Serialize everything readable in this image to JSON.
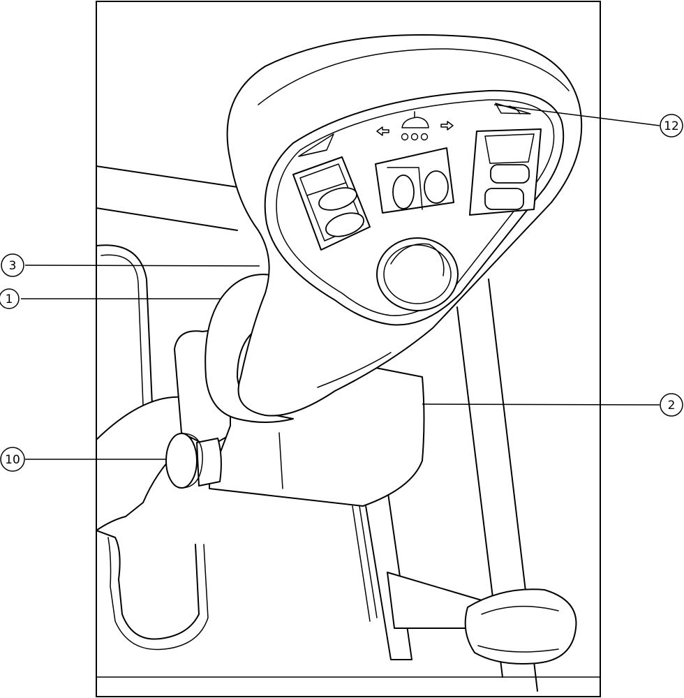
{
  "figure": {
    "callouts": [
      {
        "id": "callout-12",
        "label": "12"
      },
      {
        "id": "callout-3",
        "label": "3"
      },
      {
        "id": "callout-1",
        "label": "1"
      },
      {
        "id": "callout-2",
        "label": "2"
      },
      {
        "id": "callout-10",
        "label": "10"
      }
    ],
    "icons": {
      "panel_symbols": [
        "arrow-left-icon",
        "horn-icon",
        "arrow-right-icon",
        "ramp-up-icon",
        "ramp-down-icon"
      ]
    },
    "colors": {
      "line": "#000000",
      "background": "#ffffff"
    }
  }
}
